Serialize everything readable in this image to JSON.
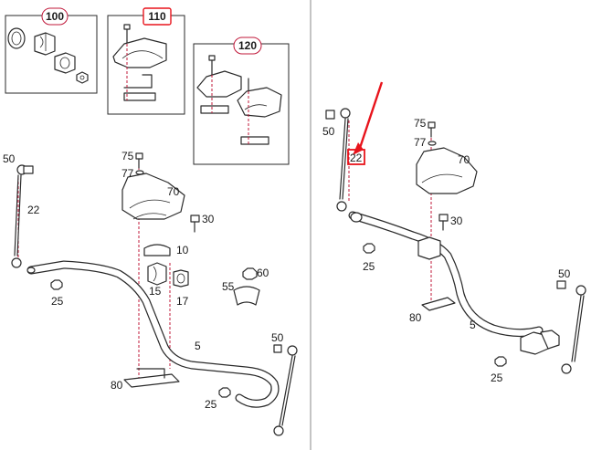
{
  "colors": {
    "leader_line": "#c0183a",
    "highlight": "#e8141c",
    "outline": "#2a2a2a",
    "background": "#ffffff"
  },
  "highlighted_part": "22",
  "kits": {
    "k100": "100",
    "k110": "110",
    "k120": "120"
  },
  "left": {
    "p50": "50",
    "p22": "22",
    "p75": "75",
    "p77": "77",
    "p70": "70",
    "p30": "30",
    "p10": "10",
    "p60": "60",
    "p55": "55",
    "p15": "15",
    "p17": "17",
    "p25a": "25",
    "p5": "5",
    "p50b": "50",
    "p80": "80",
    "p25b": "25"
  },
  "right": {
    "p50": "50",
    "p22": "22",
    "p75": "75",
    "p77": "77",
    "p70": "70",
    "p30": "30",
    "p25a": "25",
    "p80": "80",
    "p5": "5",
    "p50b": "50",
    "p25b": "25"
  }
}
